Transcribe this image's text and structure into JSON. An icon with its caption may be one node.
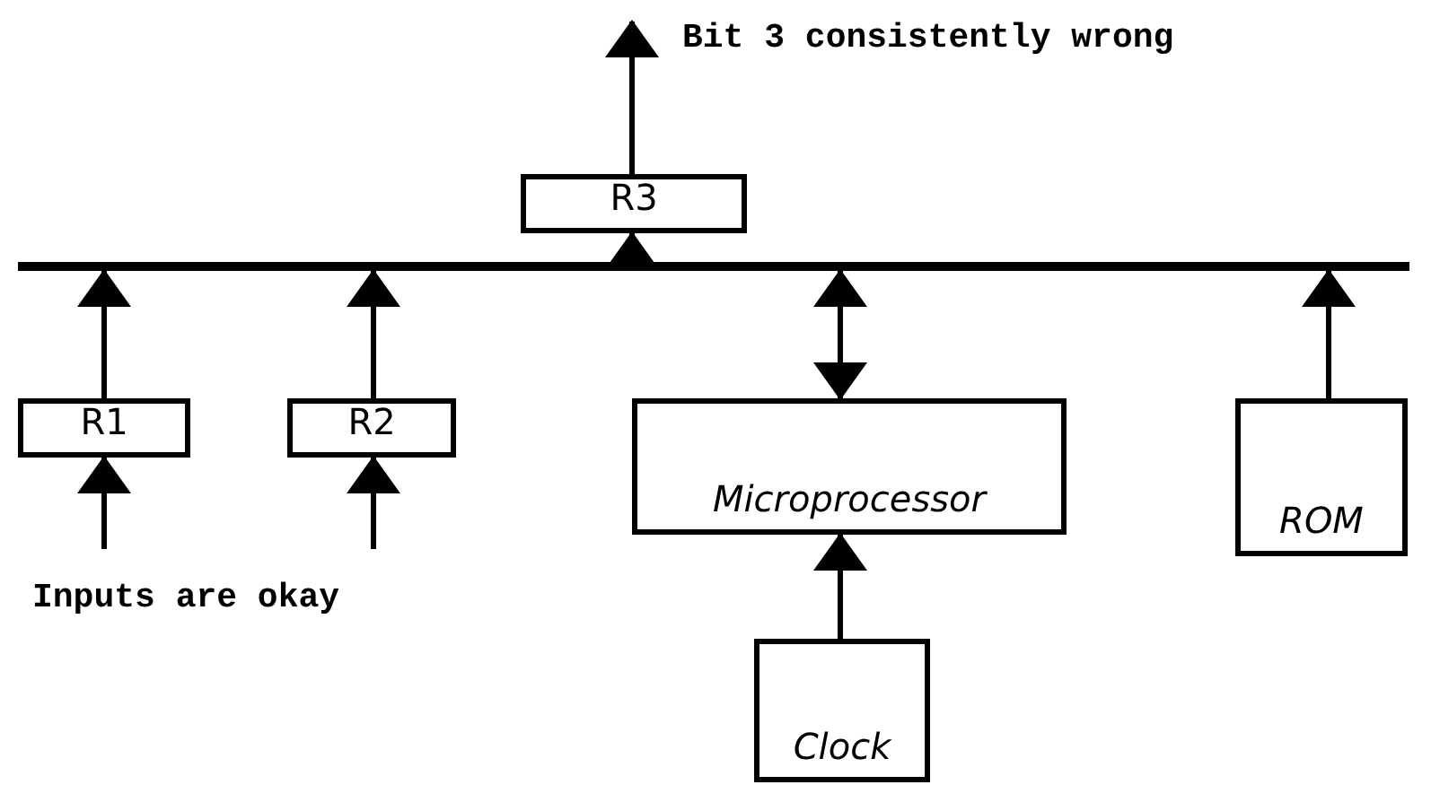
{
  "diagram": {
    "nodes": [
      {
        "text": [],
        "shape": "bar"
      },
      {
        "text": [
          "R3"
        ]
      },
      {
        "text": [
          "R1"
        ]
      },
      {
        "text": [
          "R2"
        ]
      },
      {
        "text": [
          "Microprocessor"
        ]
      },
      {
        "text": [
          "ROM"
        ]
      },
      {
        "text": [
          "Clock"
        ]
      }
    ],
    "edges": [
      {
        "from": 1,
        "to": null,
        "arrow": "to"
      },
      {
        "from": 0,
        "to": 1,
        "arrow": "to"
      },
      {
        "from": 2,
        "to": 0,
        "arrow": "to"
      },
      {
        "from": 3,
        "to": 0,
        "arrow": "to"
      },
      {
        "from": 4,
        "to": 0,
        "arrow": "both"
      },
      {
        "from": 5,
        "to": 0,
        "arrow": "to"
      },
      {
        "from": 6,
        "to": 4,
        "arrow": "to"
      },
      {
        "from": null,
        "to": 2,
        "arrow": "to"
      },
      {
        "from": null,
        "to": 3,
        "arrow": "to"
      }
    ],
    "labels": [
      "Bit 3 consistently wrong",
      "Inputs are okay"
    ]
  }
}
